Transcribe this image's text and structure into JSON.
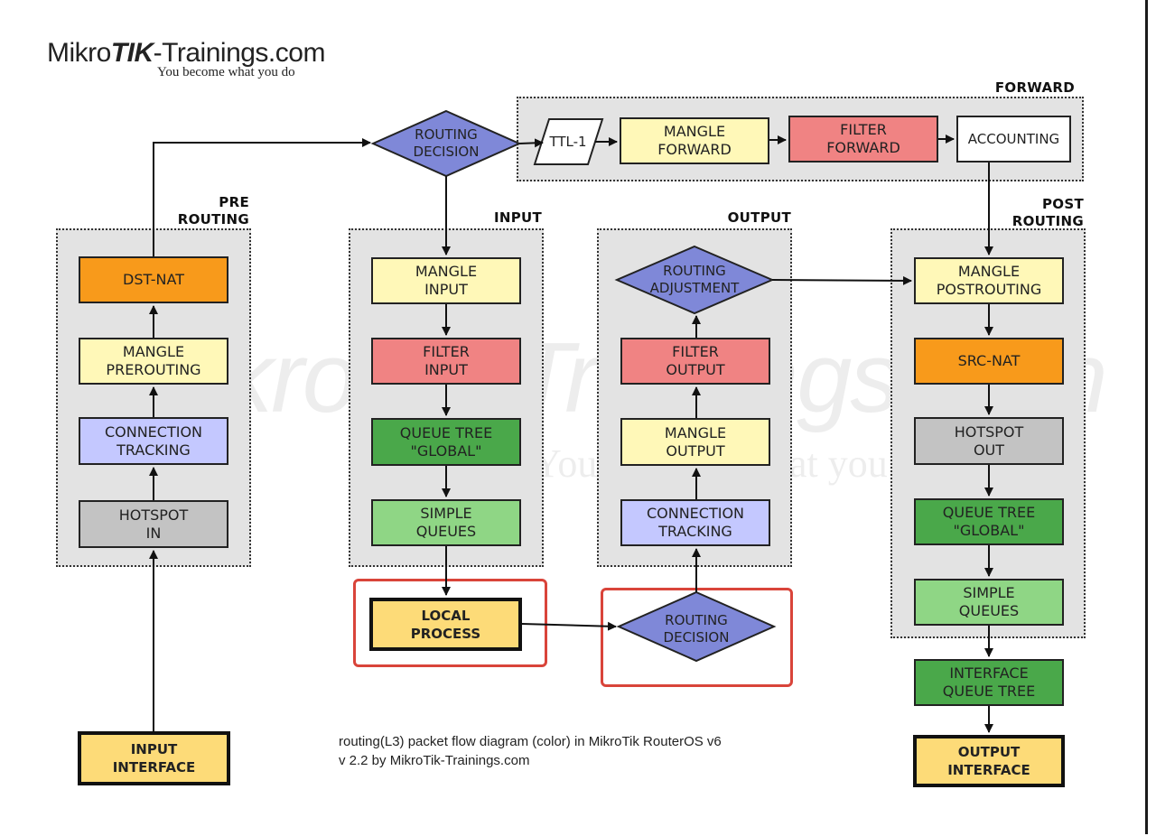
{
  "logo": {
    "brand": "MikroTik-Trainings.com",
    "tagline": "You become what you do"
  },
  "watermark": {
    "brand": "MikroTik-Trainings.com",
    "tagline": "You become what you do"
  },
  "groups": {
    "prerouting": "PRE\nROUTING",
    "input": "INPUT",
    "output": "OUTPUT",
    "forward": "FORWARD",
    "postrouting": "POST\nROUTING"
  },
  "prerouting": {
    "dst_nat": "DST-NAT",
    "mangle_prerouting": "MANGLE\nPREROUTING",
    "connection_tracking": "CONNECTION\nTRACKING",
    "hotspot_in": "HOTSPOT\nIN"
  },
  "input": {
    "mangle_input": "MANGLE\nINPUT",
    "filter_input": "FILTER\nINPUT",
    "queue_tree_global": "QUEUE TREE\n\"GLOBAL\"",
    "simple_queues": "SIMPLE\nQUEUES"
  },
  "output": {
    "routing_adjustment": "ROUTING\nADJUSTMENT",
    "filter_output": "FILTER\nOUTPUT",
    "mangle_output": "MANGLE\nOUTPUT",
    "connection_tracking": "CONNECTION\nTRACKING"
  },
  "forward": {
    "ttl": "TTL-1",
    "mangle_forward": "MANGLE\nFORWARD",
    "filter_forward": "FILTER\nFORWARD",
    "accounting": "ACCOUNTING"
  },
  "postrouting": {
    "mangle_postrouting": "MANGLE\nPOSTROUTING",
    "src_nat": "SRC-NAT",
    "hotspot_out": "HOTSPOT\nOUT",
    "queue_tree_global": "QUEUE TREE\n\"GLOBAL\"",
    "simple_queues": "SIMPLE\nQUEUES",
    "interface_queue_tree": "INTERFACE\nQUEUE TREE"
  },
  "routing_decision_top": "ROUTING\nDECISION",
  "routing_decision_bottom": "ROUTING\nDECISION",
  "local_process": "LOCAL\nPROCESS",
  "input_interface": "INPUT\nINTERFACE",
  "output_interface": "OUTPUT\nINTERFACE",
  "caption": {
    "line1": "routing(L3) packet flow diagram (color) in MikroTik RouterOS v6",
    "line2": "v 2.2 by MikroTik-Trainings.com"
  },
  "colors": {
    "mangle": "#fff8b8",
    "filter": "#f08383",
    "nat": "#f89a1b",
    "conntrack": "#c4c8ff",
    "hotspot": "#c3c3c3",
    "queue_tree": "#4aa84a",
    "simple_queue": "#8fd685",
    "io": "#fddb78",
    "decision": "#7f88d8",
    "highlight": "#d9443a"
  }
}
